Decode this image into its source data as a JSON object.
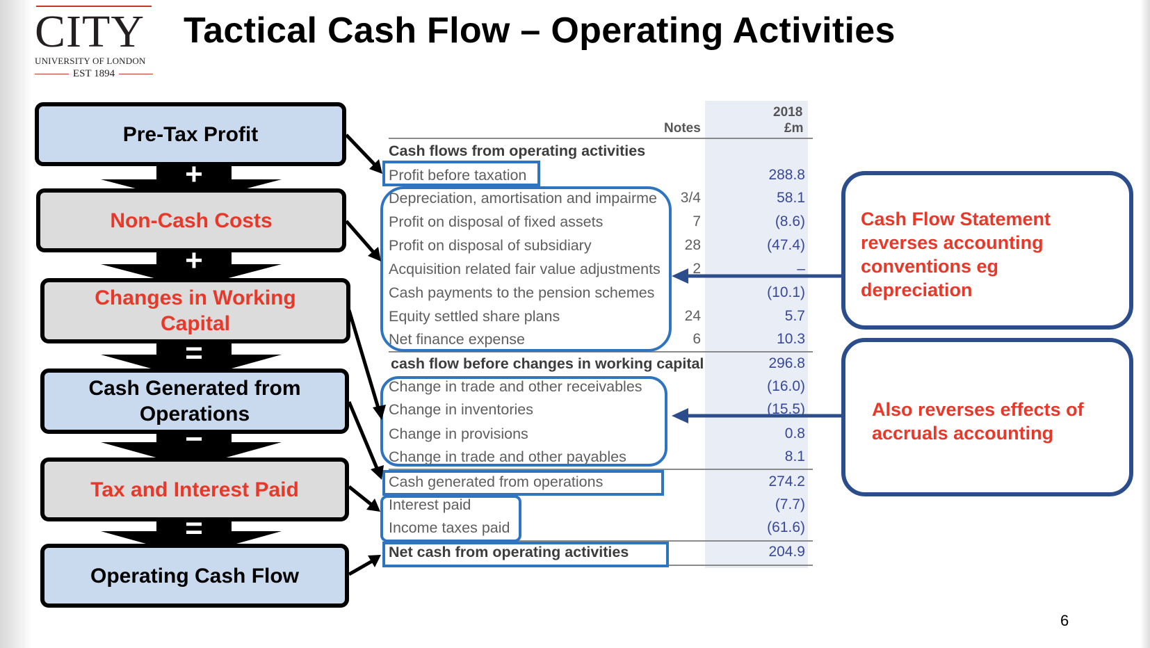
{
  "logo": {
    "word": "CITY",
    "sub": "UNIVERSITY OF LONDON",
    "est": "EST 1894"
  },
  "title": "Tactical Cash Flow – Operating Activities",
  "flow": {
    "boxes": [
      {
        "label": "Pre-Tax Profit"
      },
      {
        "label": "Non-Cash Costs"
      },
      {
        "label": "Changes in Working Capital"
      },
      {
        "label": "Cash Generated from Operations"
      },
      {
        "label": "Tax and Interest Paid"
      },
      {
        "label": "Operating Cash Flow"
      }
    ],
    "operators": [
      "+",
      "+",
      "=",
      "−",
      "="
    ]
  },
  "table": {
    "header": {
      "notes": "Notes",
      "year": "2018",
      "unit": "£m"
    },
    "rows": [
      {
        "label": "Cash flows from operating activities",
        "note": "",
        "value": ""
      },
      {
        "label": "Profit before taxation",
        "note": "",
        "value": "288.8"
      },
      {
        "label": "Depreciation, amortisation and impairme",
        "note": "3/4",
        "value": "58.1"
      },
      {
        "label": "Profit on disposal of fixed assets",
        "note": "7",
        "value": "(8.6)"
      },
      {
        "label": "Profit on disposal of subsidiary",
        "note": "28",
        "value": "(47.4)"
      },
      {
        "label": "Acquisition related fair value adjustments",
        "note": "2",
        "value": "–"
      },
      {
        "label": "Cash payments to the pension schemes",
        "note": "",
        "value": "(10.1)"
      },
      {
        "label": "Equity settled share plans",
        "note": "24",
        "value": "5.7"
      },
      {
        "label": "Net finance expense",
        "note": "6",
        "value": "10.3"
      },
      {
        "label": "cash flow before changes in working capital",
        "note": "",
        "value": "296.8"
      },
      {
        "label": "Change in trade and other receivables",
        "note": "",
        "value": "(16.0)"
      },
      {
        "label": "Change in inventories",
        "note": "",
        "value": "(15.5)"
      },
      {
        "label": "Change in provisions",
        "note": "",
        "value": "0.8"
      },
      {
        "label": "Change in trade and other payables",
        "note": "",
        "value": "8.1"
      },
      {
        "label": "Cash generated from operations",
        "note": "",
        "value": "274.2"
      },
      {
        "label": "Interest paid",
        "note": "",
        "value": "(7.7)"
      },
      {
        "label": "Income taxes paid",
        "note": "",
        "value": "(61.6)"
      },
      {
        "label": "Net cash from operating activities",
        "note": "",
        "value": "204.9"
      }
    ]
  },
  "callouts": {
    "first": "Cash Flow Statement reverses accounting conventions eg depreciation",
    "second": "Also reverses effects of accruals accounting"
  },
  "page_number": "6",
  "colors": {
    "accent_red": "#e8382a",
    "box_blue": "#c9d9ee",
    "box_grey": "#dcdcdc",
    "outline_blue": "#2f74c0",
    "callout_border": "#2c4d8c"
  }
}
